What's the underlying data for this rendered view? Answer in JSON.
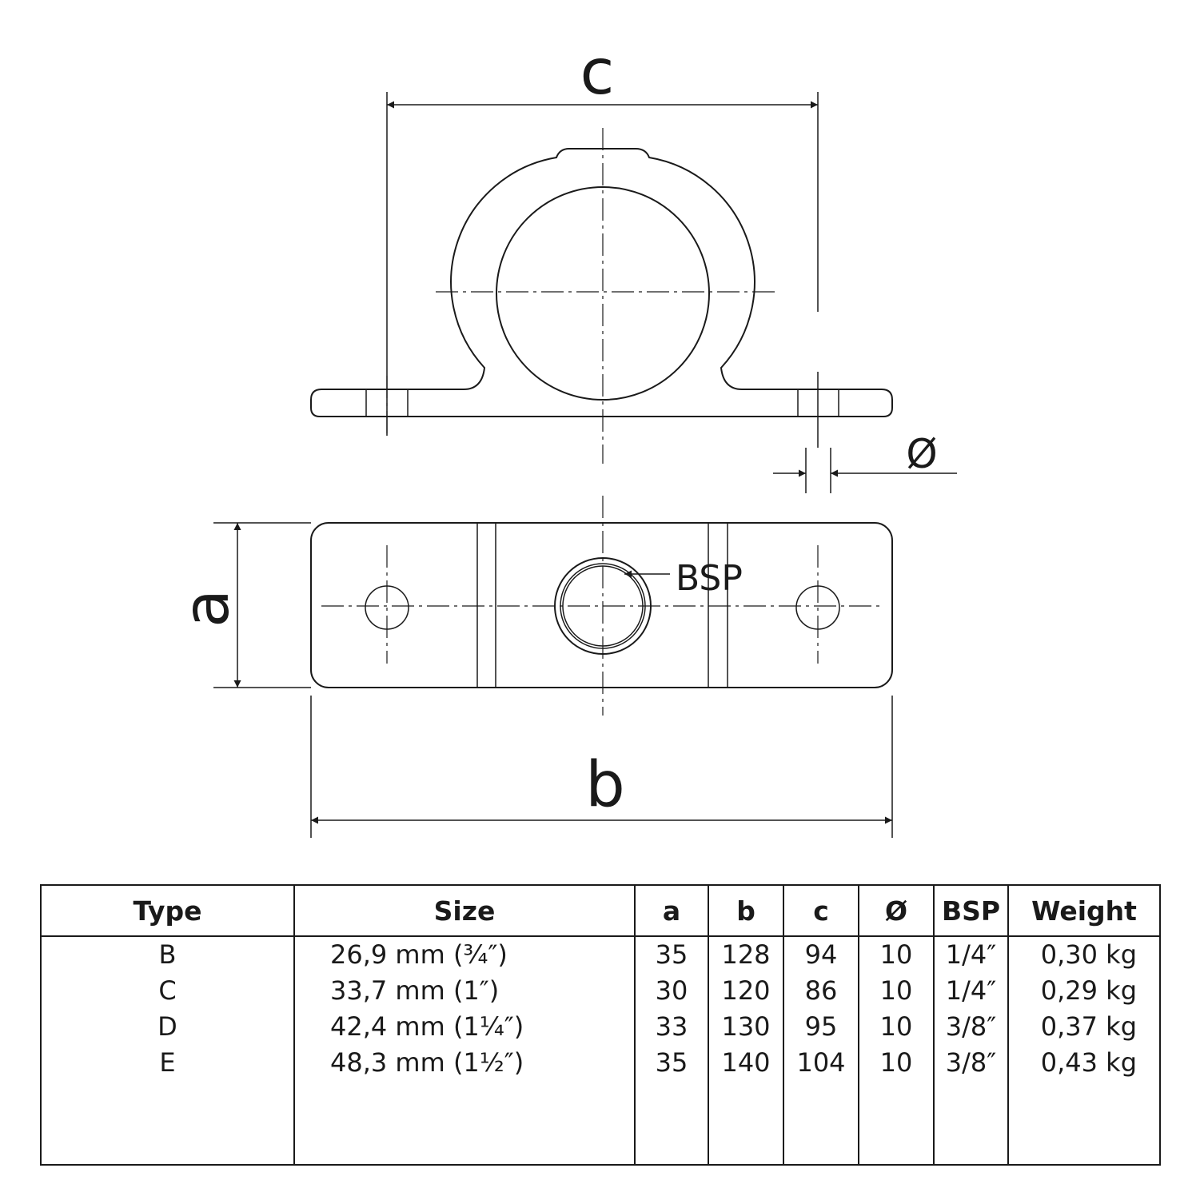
{
  "drawing": {
    "labels": {
      "c": "c",
      "b": "b",
      "a": "a",
      "diameter": "Ø",
      "bsp": "BSP"
    }
  },
  "table": {
    "headers": [
      "Type",
      "Size",
      "a",
      "b",
      "c",
      "Ø",
      "BSP",
      "Weight"
    ],
    "rows": [
      [
        "B",
        "26,9 mm (¾″)",
        "35",
        "128",
        "94",
        "10",
        "1/4″",
        "0,30 kg"
      ],
      [
        "C",
        "33,7 mm (1″)",
        "30",
        "120",
        "86",
        "10",
        "1/4″",
        "0,29 kg"
      ],
      [
        "D",
        "42,4 mm (1¼″)",
        "33",
        "130",
        "95",
        "10",
        "3/8″",
        "0,37 kg"
      ],
      [
        "E",
        "48,3 mm (1½″)",
        "35",
        "140",
        "104",
        "10",
        "3/8″",
        "0,43 kg"
      ]
    ]
  }
}
